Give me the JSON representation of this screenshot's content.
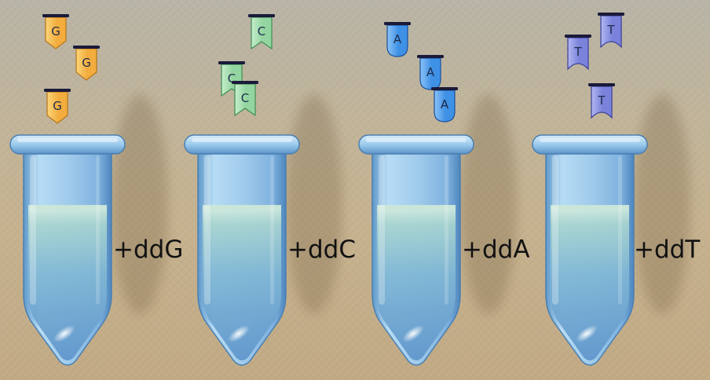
{
  "tubes": [
    {
      "label": "+ddG",
      "nucleotide": "G",
      "tag_fill": "#f2ad3e",
      "tag_fill_light": "#fbd57a",
      "tag_stroke": "#b6741a",
      "shape": "pennant",
      "tag_count": 3
    },
    {
      "label": "+ddC",
      "nucleotide": "C",
      "tag_fill": "#93d5a0",
      "tag_fill_light": "#c6eecc",
      "tag_stroke": "#3f8d52",
      "shape": "notch",
      "tag_count": 3
    },
    {
      "label": "+ddA",
      "nucleotide": "A",
      "tag_fill": "#3f91e6",
      "tag_fill_light": "#8cc3f7",
      "tag_stroke": "#1a4f9a",
      "shape": "round",
      "tag_count": 3
    },
    {
      "label": "+ddT",
      "nucleotide": "T",
      "tag_fill": "#7a82db",
      "tag_fill_light": "#b3b8f1",
      "tag_stroke": "#3a3f98",
      "shape": "concave",
      "tag_count": 3
    }
  ],
  "colors": {
    "tube_glass": "#9cc8ea",
    "tube_rim": "#a9d2f0",
    "liquid": "#c9e6d8",
    "cap_bar": "#1a1a3a"
  }
}
